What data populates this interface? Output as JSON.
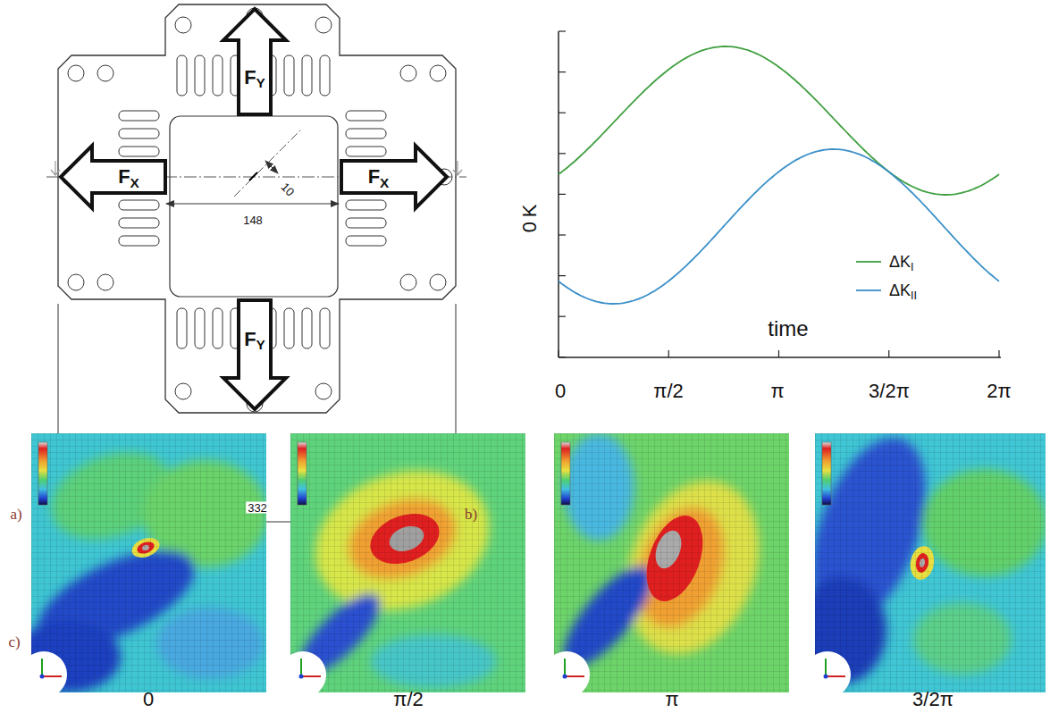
{
  "diagram": {
    "nodes": [
      {
        "text": [
          "FY"
        ]
      },
      {
        "text": [
          "FX"
        ]
      },
      {
        "text": [
          "FX"
        ]
      },
      {
        "text": [
          "FY"
        ]
      }
    ],
    "labels": [
      "a)",
      "10",
      "148",
      "332",
      "b)",
      "K",
      "0",
      "time",
      "0",
      "π/2",
      "π",
      "3/2π",
      "2π",
      "c)",
      "0",
      "π/2",
      "π",
      "3/2π"
    ],
    "legend": [
      {
        "text": "ΔKI"
      },
      {
        "text": "ΔKII"
      }
    ]
  }
}
